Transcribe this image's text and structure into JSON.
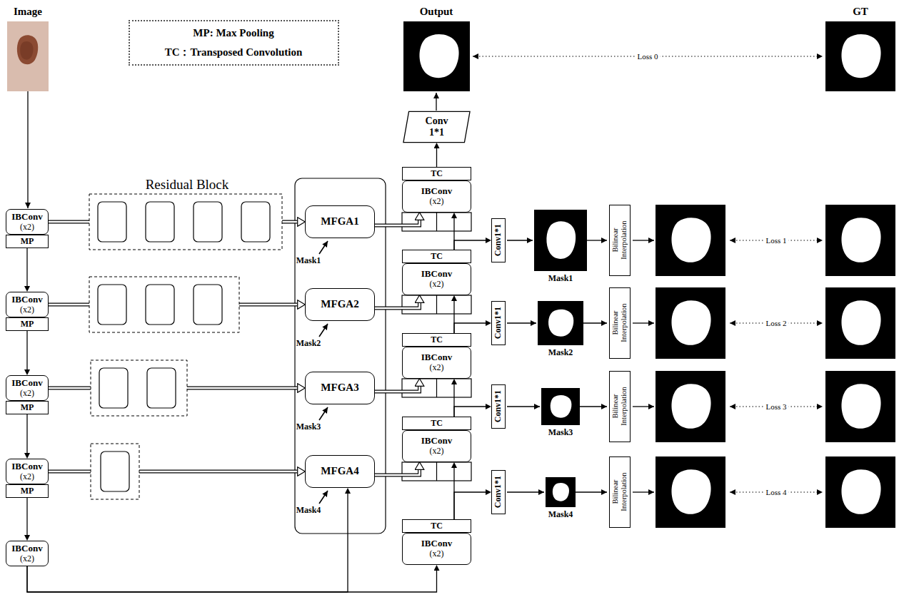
{
  "diagram": {
    "nodes": [
      {
        "text": [
          "MP: Max Pooling",
          "TC：Transposed Convolution"
        ]
      },
      {
        "text": [
          "IBConv",
          "(x2)"
        ]
      },
      {
        "text": [
          "MP"
        ]
      },
      {
        "text": [
          "IBConv",
          "(x2)"
        ]
      },
      {
        "text": [
          "MP"
        ]
      },
      {
        "text": [
          "IBConv",
          "(x2)"
        ]
      },
      {
        "text": [
          "MP"
        ]
      },
      {
        "text": [
          "IBConv",
          "(x2)"
        ]
      },
      {
        "text": [
          "MP"
        ]
      },
      {
        "text": [
          "IBConv",
          "(x2)"
        ]
      },
      {
        "text": [
          "MFGA1"
        ]
      },
      {
        "text": [
          "MFGA2"
        ]
      },
      {
        "text": [
          "MFGA3"
        ]
      },
      {
        "text": [
          "MFGA4"
        ]
      },
      {
        "text": [
          "Conv 1*1"
        ]
      },
      {
        "text": [
          "TC"
        ]
      },
      {
        "text": [
          "IBConv",
          "(x2)"
        ]
      },
      {
        "text": [
          "TC"
        ]
      },
      {
        "text": [
          "IBConv",
          "(x2)"
        ]
      },
      {
        "text": [
          "TC"
        ]
      },
      {
        "text": [
          "IBConv",
          "(x2)"
        ]
      },
      {
        "text": [
          "TC"
        ]
      },
      {
        "text": [
          "IBConv",
          "(x2)"
        ]
      },
      {
        "text": [
          "TC"
        ]
      },
      {
        "text": [
          "IBConv",
          "(x2)"
        ]
      },
      {
        "text": [
          "Conv1*1"
        ]
      },
      {
        "text": [
          "Bilinear Interpolation"
        ]
      },
      {
        "text": [
          "Conv1*1"
        ]
      },
      {
        "text": [
          "Bilinear Interpolation"
        ]
      },
      {
        "text": [
          "Conv1*1"
        ]
      },
      {
        "text": [
          "Bilinear Interpolation"
        ]
      },
      {
        "text": [
          "Conv1*1"
        ]
      },
      {
        "text": [
          "Bilinear Interpolation"
        ]
      }
    ],
    "edges": [
      {
        "from": 2,
        "to": 3,
        "arrow": "to"
      },
      {
        "from": 4,
        "to": 5,
        "arrow": "to"
      },
      {
        "from": 6,
        "to": 7,
        "arrow": "to"
      },
      {
        "from": 8,
        "to": 9,
        "arrow": "to"
      },
      {
        "from": 1,
        "to": 10,
        "arrow": "to"
      },
      {
        "from": 3,
        "to": 11,
        "arrow": "to"
      },
      {
        "from": 5,
        "to": 12,
        "arrow": "to"
      },
      {
        "from": 7,
        "to": 13,
        "arrow": "to"
      },
      {
        "from": 9,
        "to": 24,
        "arrow": "to"
      },
      {
        "from": 9,
        "to": 13,
        "arrow": "to"
      },
      {
        "from": 10,
        "to": 16,
        "arrow": "to"
      },
      {
        "from": 11,
        "to": 18,
        "arrow": "to"
      },
      {
        "from": 12,
        "to": 20,
        "arrow": "to"
      },
      {
        "from": 13,
        "to": 22,
        "arrow": "to"
      },
      {
        "from": 17,
        "to": 16,
        "arrow": "to"
      },
      {
        "from": 19,
        "to": 18,
        "arrow": "to"
      },
      {
        "from": 21,
        "to": 20,
        "arrow": "to"
      },
      {
        "from": 23,
        "to": 22,
        "arrow": "to"
      },
      {
        "from": 15,
        "to": 14,
        "arrow": "to"
      },
      {
        "from": 17,
        "to": 25,
        "arrow": "to"
      },
      {
        "from": 19,
        "to": 27,
        "arrow": "to"
      },
      {
        "from": 21,
        "to": 29,
        "arrow": "to"
      },
      {
        "from": 23,
        "to": 31,
        "arrow": "to"
      }
    ],
    "labels": [
      "Image",
      "Output",
      "GT",
      "Loss 0",
      "Residual Block",
      "Mask1",
      "Mask1",
      "Loss 1",
      "Mask2",
      "Mask2",
      "Loss 2",
      "Mask3",
      "Mask3",
      "Loss 3",
      "Mask4",
      "Mask4",
      "Loss 4"
    ]
  }
}
